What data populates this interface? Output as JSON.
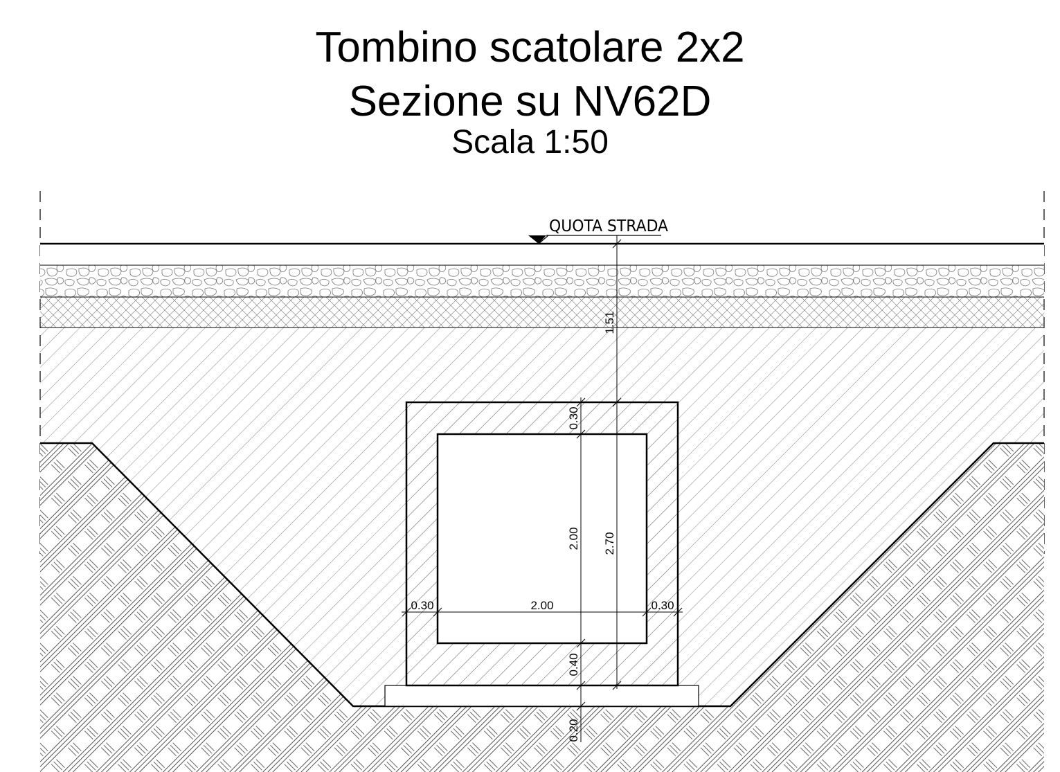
{
  "title": {
    "line1": "Tombino scatolare 2x2",
    "line2": "Sezione su NV62D",
    "line3": "Scala 1:50"
  },
  "labels": {
    "road_level": "QUOTA  STRADA"
  },
  "dimensions": {
    "cover_depth": "1.51",
    "top_slab": "0.30",
    "inner_height": "2.00",
    "outer_height": "2.70",
    "bottom_slab": "0.40",
    "foundation": "0.20",
    "left_wall": "0.30",
    "inner_width": "2.00",
    "right_wall": "0.30"
  }
}
